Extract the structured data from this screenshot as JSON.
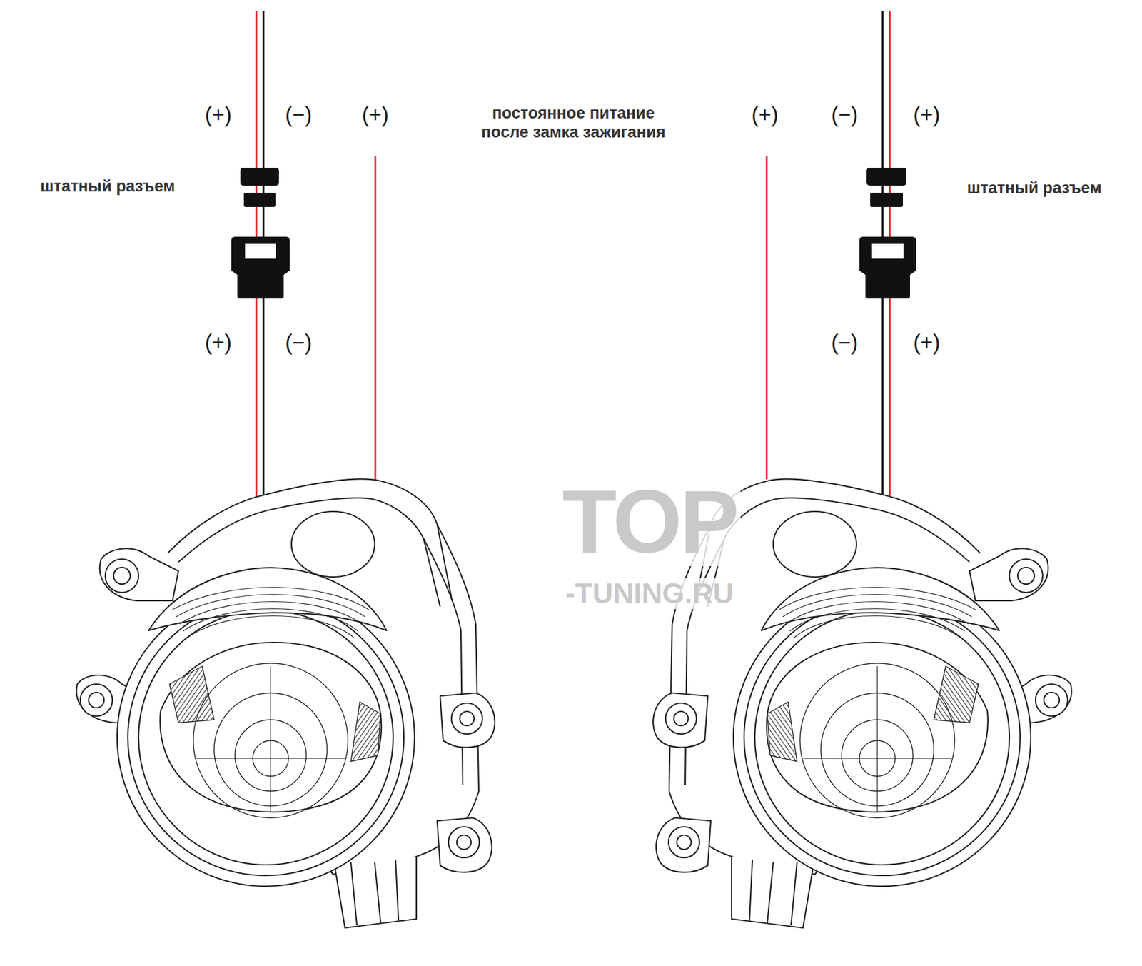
{
  "diagram": {
    "labels": [
      "(+)",
      "(−)",
      "(+)",
      "постоянное питание после замка зажигания",
      "(+)",
      "(−)",
      "(+)",
      "штатный разъем",
      "штатный разъем",
      "(+)",
      "(−)",
      "(−)",
      "(+)",
      "TOP",
      "-TUNING.RU"
    ]
  }
}
